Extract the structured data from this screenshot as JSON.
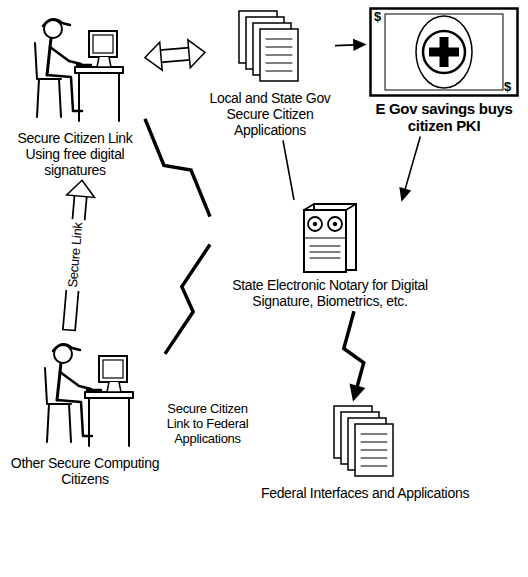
{
  "diagram": {
    "nodes": [
      {
        "text": [
          "Secure Citizen Link Using free digital signatures"
        ]
      },
      {
        "text": [
          "Local and State Gov Secure Citizen Applications"
        ]
      },
      {
        "text": [
          "E Gov savings buys citizen PKI"
        ]
      },
      {
        "text": [
          "State Electronic Notary for Digital Signature, Biometrics, etc."
        ]
      },
      {
        "text": [
          "Other Secure Computing Citizens"
        ]
      },
      {
        "text": [
          "Federal Interfaces and Applications"
        ]
      }
    ],
    "edges": [
      {
        "from": 0,
        "to": 1,
        "arrow": "both"
      },
      {
        "from": 1,
        "to": 2,
        "arrow": "to"
      },
      {
        "from": 2,
        "to": 3,
        "arrow": "to"
      },
      {
        "from": 0,
        "to": 3,
        "arrow": "none"
      },
      {
        "from": 1,
        "to": 3,
        "arrow": "none"
      },
      {
        "from": 4,
        "to": 3,
        "arrow": "none"
      },
      {
        "from": 4,
        "to": 0,
        "arrow": "to",
        "label": "Secure Link"
      },
      {
        "from": 4,
        "to": 5,
        "arrow": "both",
        "label": "Secure Citizen Link to Federal Applications"
      },
      {
        "from": 3,
        "to": 5,
        "arrow": "to"
      }
    ],
    "labels": [
      "$",
      "$"
    ]
  }
}
